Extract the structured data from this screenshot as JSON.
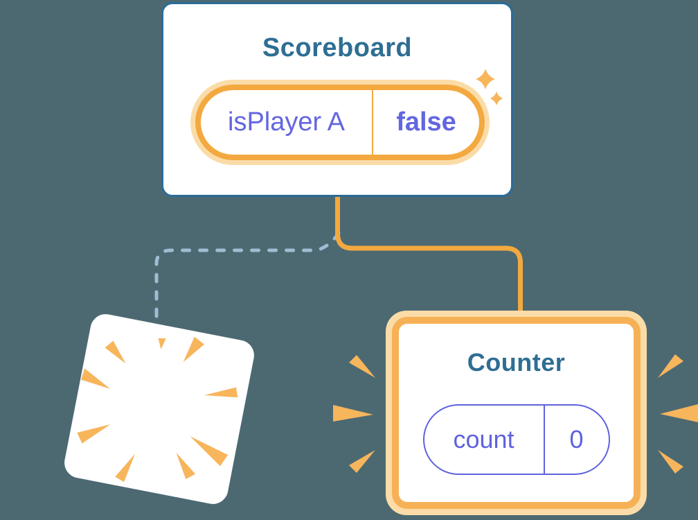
{
  "colors": {
    "background": "#4C6972",
    "card_border_blue": "#2B6C99",
    "heading_blue": "#2E6E93",
    "state_ring_orange": "#F3A93F",
    "counter_border_orange": "#F6B156",
    "orange_halo": "#FBDCA8",
    "burst_orange": "#F7B55C",
    "purple": "#5E62DE",
    "purple_text": "#6366E0",
    "dashed_line_blue": "#9FBCD2"
  },
  "scoreboard_card": {
    "title": "Scoreboard",
    "state_pill": {
      "label": "isPlayer A",
      "value": "false"
    }
  },
  "counter_card": {
    "title": "Counter",
    "state_pill": {
      "label": "count",
      "value": "0"
    }
  },
  "destroyed_card": {
    "icon": "poof-burst-icon"
  },
  "decorations": {
    "sparkles": "sparkles-icon",
    "emphasis_marks": "burst-wedges-around-counter"
  }
}
